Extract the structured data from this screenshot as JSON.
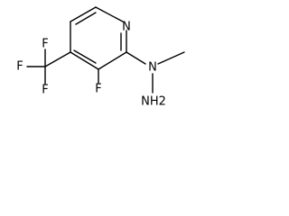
{
  "molecule": {
    "atoms": {
      "ring_nitrogen": "N",
      "fluoro_ring": "F",
      "hydrazine_nitrogen": "N",
      "amino_group": "NH2",
      "cf3_fluorine_top": "F",
      "cf3_fluorine_left": "F",
      "cf3_fluorine_bottom": "F"
    }
  }
}
